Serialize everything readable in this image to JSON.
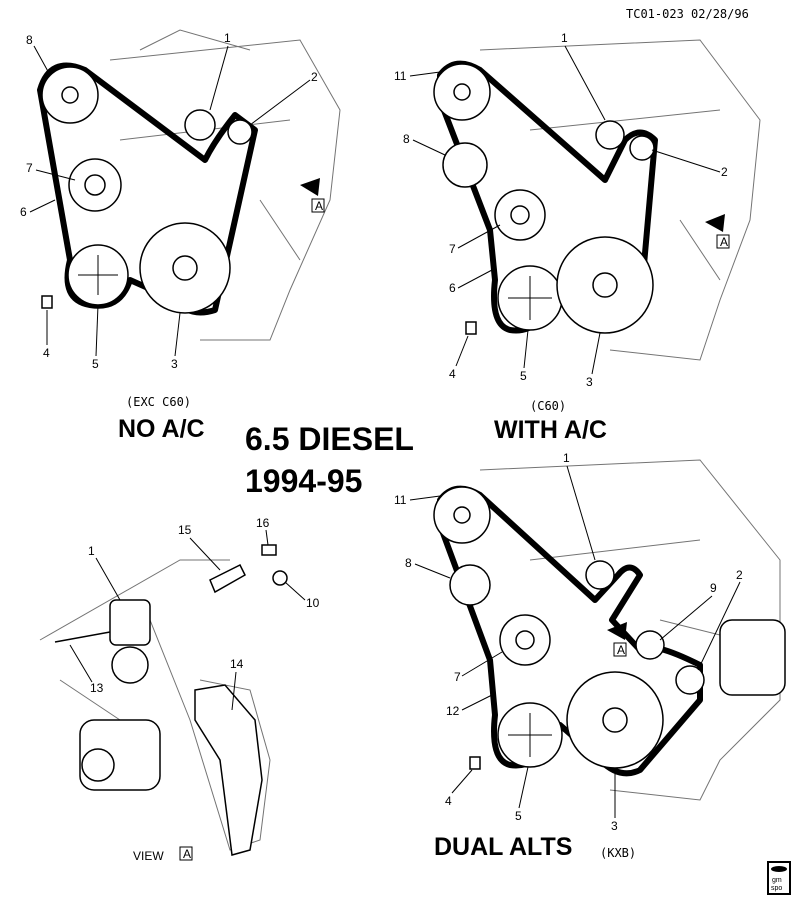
{
  "header": {
    "code": "TC01-023 02/28/96"
  },
  "panels": {
    "no_ac": {
      "option": "(EXC C60)",
      "title": "NO A/C",
      "callouts": [
        "8",
        "1",
        "2",
        "7",
        "6",
        "4",
        "5",
        "3"
      ],
      "view_marker": "A"
    },
    "main_title": {
      "line1": "6.5 DIESEL",
      "line2": "1994-95"
    },
    "with_ac": {
      "option": "(C60)",
      "title": "WITH A/C",
      "callouts": [
        "11",
        "1",
        "2",
        "8",
        "7",
        "6",
        "4",
        "5",
        "3"
      ],
      "view_marker": "A"
    },
    "view_a": {
      "label": "VIEW",
      "marker": "A",
      "callouts": [
        "1",
        "15",
        "16",
        "10",
        "13",
        "14"
      ]
    },
    "dual_alts": {
      "title": "DUAL ALTS",
      "option": "(KXB)",
      "callouts": [
        "11",
        "1",
        "2",
        "9",
        "8",
        "7",
        "12",
        "4",
        "5",
        "3"
      ],
      "view_marker": "A"
    }
  },
  "logo": {
    "line1": "gm",
    "line2": "spo"
  }
}
